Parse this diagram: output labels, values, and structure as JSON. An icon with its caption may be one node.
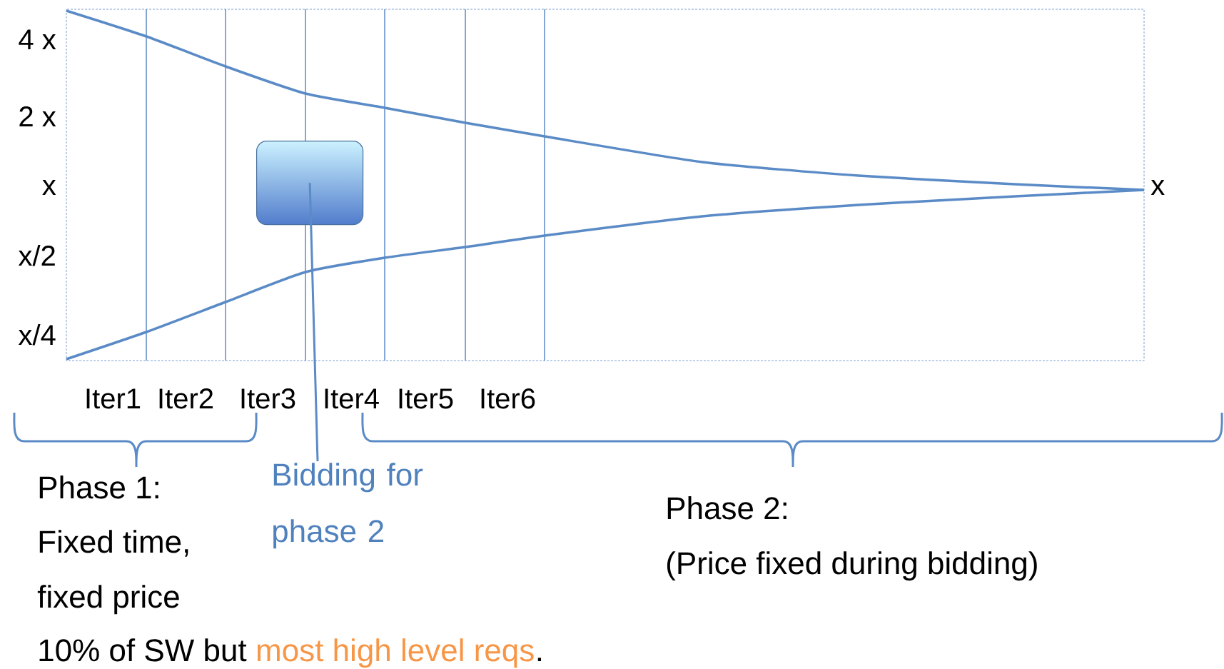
{
  "diagram": {
    "nodes": [
      {
        "text": [],
        "shape": "box"
      },
      {
        "text": [
          "Bidding for phase 2"
        ]
      }
    ],
    "edges": [
      {
        "from": 1,
        "to": 0,
        "arrow": "none"
      }
    ],
    "labels": [
      "4 x",
      "2 x",
      "x",
      "x/2",
      "x/4",
      "x",
      "Iter1",
      "Iter2",
      "Iter3",
      "Iter4",
      "Iter5",
      "Iter6",
      "Phase 1:",
      "Fixed time,",
      "fixed price",
      "10% of SW but",
      "most high level reqs",
      ".",
      "Phase 2:",
      "(Price fixed during bidding)"
    ]
  }
}
